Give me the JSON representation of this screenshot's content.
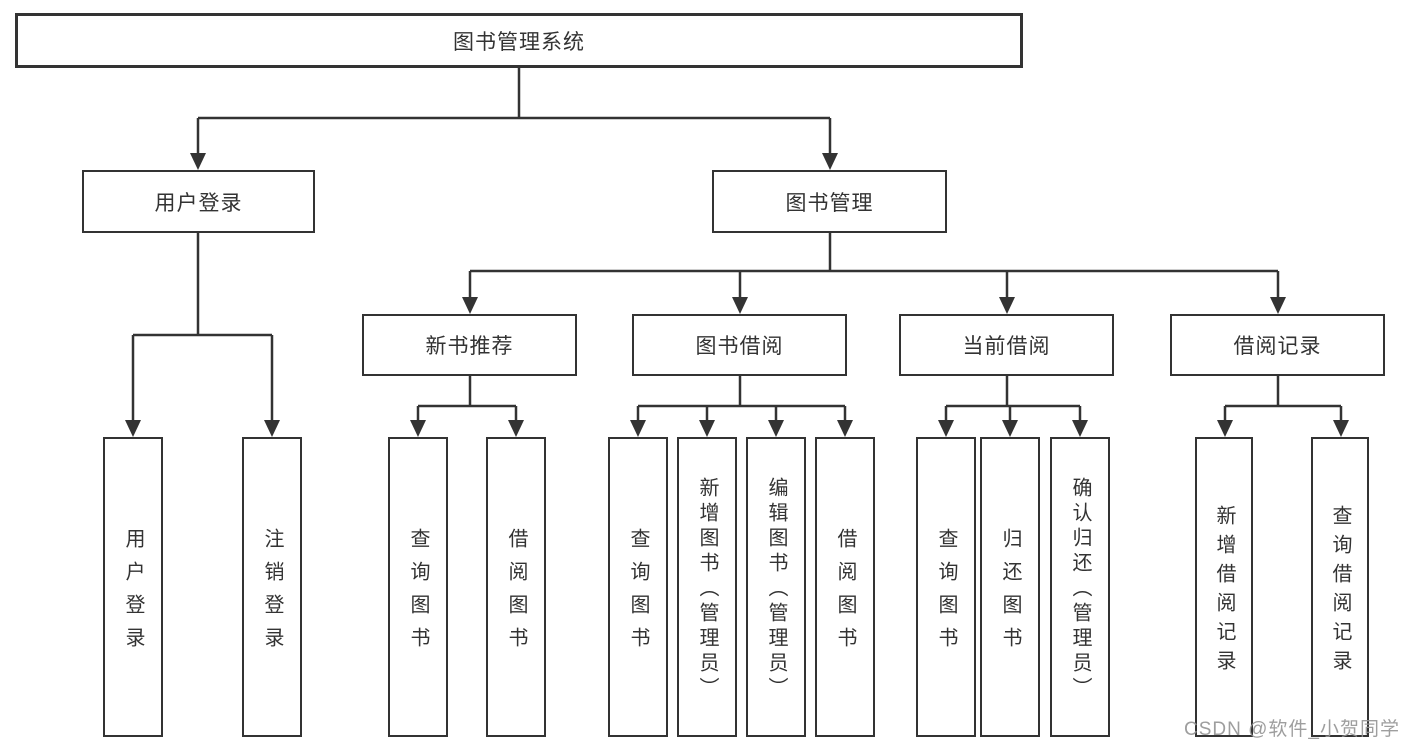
{
  "diagram": {
    "title": "图书管理系统",
    "watermark": "CSDN @软件_小贺同学",
    "colors": {
      "line": "#333333",
      "box_border": "#333333",
      "text": "#333333",
      "watermark": "#949494",
      "background": "#ffffff"
    },
    "root": {
      "label": "图书管理系统"
    },
    "branches": {
      "user_login": {
        "label": "用户登录",
        "children": [
          "用户登录",
          "注销登录"
        ]
      },
      "book_management": {
        "label": "图书管理"
      }
    },
    "modules": [
      {
        "label": "新书推荐",
        "children": [
          "查询图书",
          "借阅图书"
        ]
      },
      {
        "label": "图书借阅",
        "children": [
          "查询图书",
          "新增图书（管理员）",
          "编辑图书（管理员）",
          "借阅图书"
        ]
      },
      {
        "label": "当前借阅",
        "children": [
          "查询图书",
          "归还图书",
          "确认归还（管理员）"
        ]
      },
      {
        "label": "借阅记录",
        "children": [
          "新增借阅记录",
          "查询借阅记录"
        ]
      }
    ]
  }
}
